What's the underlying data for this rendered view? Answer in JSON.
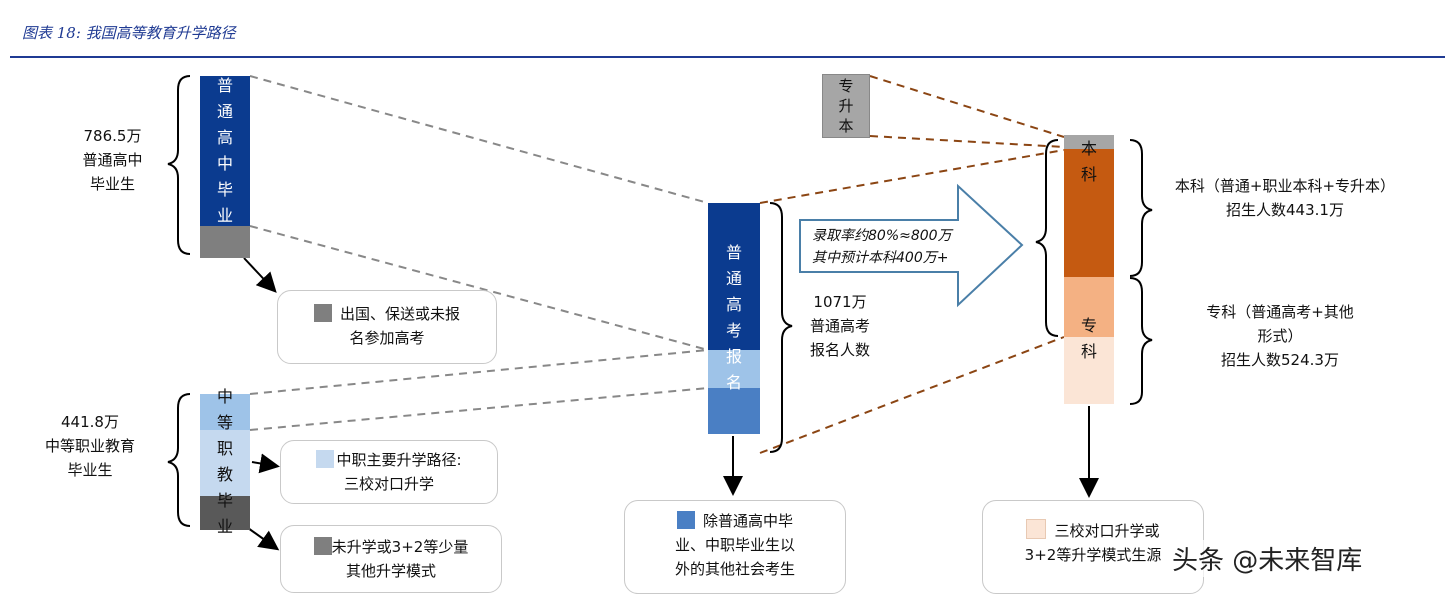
{
  "header": {
    "title": "图表 18:  我国高等教育升学路径"
  },
  "colors": {
    "dark_blue": "#0b3b8f",
    "gray": "#7f7f7f",
    "light_blue": "#9ec3e8",
    "pale_blue": "#c5d9ef",
    "mid_blue": "#4a7fc4",
    "dark_orange": "#c55a11",
    "light_orange": "#f4b183",
    "pale_orange": "#fbe5d6",
    "gray_light": "#a6a6a6"
  },
  "left_top": {
    "bar_text": "普通高中毕业",
    "label_lines": [
      "786.5万",
      "普通高中",
      "毕业生"
    ],
    "box_lines": [
      "出国、保送或未报",
      "名参加高考"
    ]
  },
  "left_bottom": {
    "bar_text": "中等职教毕业",
    "label_lines": [
      "441.8万",
      "中等职业教育",
      "毕业生"
    ],
    "box1_lines": [
      "中职主要升学路径:",
      "三校对口升学"
    ],
    "box2_lines": [
      "未升学或3+2等少量",
      "其他升学模式"
    ]
  },
  "middle": {
    "bar_text": "普通高考报名",
    "label_lines": [
      "1071万",
      "普通高考",
      "报名人数"
    ],
    "box_lines": [
      "除普通高中毕",
      "业、中职毕业生以",
      "外的其他社会考生"
    ],
    "arrow_lines": [
      "录取率约80%≈800万",
      "其中预计本科400万+"
    ]
  },
  "right": {
    "top_box_text": "专升本",
    "bachelor_text": "本科",
    "specialist_text": "专科",
    "bachelor_label_lines": [
      "本科（普通+职业本科+专升本）",
      "招生人数443.1万"
    ],
    "specialist_label_lines": [
      "专科（普通高考+其他",
      "形式）",
      "招生人数524.3万"
    ],
    "box_lines": [
      "三校对口升学或",
      "3+2等升学模式生源"
    ]
  },
  "watermark": "头条 @未来智库"
}
